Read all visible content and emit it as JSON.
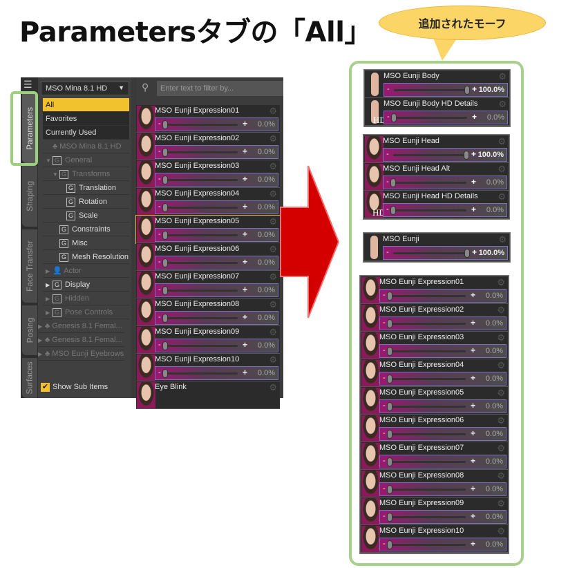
{
  "title": "Parametersタブの「All」",
  "callout": "追加されたモーフ",
  "vtabs": [
    "Parameters",
    "Shaping",
    "Face Transfer",
    "Posing",
    "Surfaces"
  ],
  "preset": "MSO Mina 8.1 HD",
  "filter_placeholder": "Enter text to filter by...",
  "tree": [
    {
      "label": "All",
      "indent": 0,
      "kind": "sel"
    },
    {
      "label": "Favorites",
      "indent": 0,
      "kind": "dark"
    },
    {
      "label": "Currently Used",
      "indent": 0,
      "kind": "dark"
    },
    {
      "label": "MSO Mina 8.1 HD",
      "indent": 0,
      "kind": "dim",
      "icon": "figure"
    },
    {
      "label": "General",
      "indent": 0,
      "kind": "dim",
      "icon": "g",
      "tri": "▼"
    },
    {
      "label": "Transforms",
      "indent": 1,
      "kind": "dim",
      "icon": "g",
      "tri": "▼"
    },
    {
      "label": "Translation",
      "indent": 2,
      "kind": "",
      "icon": "g"
    },
    {
      "label": "Rotation",
      "indent": 2,
      "kind": "",
      "icon": "g"
    },
    {
      "label": "Scale",
      "indent": 2,
      "kind": "",
      "icon": "g"
    },
    {
      "label": "Constraints",
      "indent": 1,
      "kind": "",
      "icon": "g"
    },
    {
      "label": "Misc",
      "indent": 1,
      "kind": "",
      "icon": "g"
    },
    {
      "label": "Mesh Resolution",
      "indent": 1,
      "kind": "",
      "icon": "g"
    },
    {
      "label": "Actor",
      "indent": 0,
      "kind": "dim",
      "icon": "actor",
      "tri": "▶"
    },
    {
      "label": "Display",
      "indent": 0,
      "kind": "",
      "icon": "g",
      "tri": "▶"
    },
    {
      "label": "Hidden",
      "indent": 0,
      "kind": "dim",
      "icon": "g",
      "tri": "▶"
    },
    {
      "label": "Pose Controls",
      "indent": 0,
      "kind": "dim",
      "icon": "g",
      "tri": "▶"
    },
    {
      "label": "Genesis 8.1 Femal...",
      "indent": -1,
      "kind": "dim",
      "icon": "figure",
      "tri": "▶"
    },
    {
      "label": "Genesis 8.1 Femal...",
      "indent": -1,
      "kind": "dim",
      "icon": "figure",
      "tri": "▶"
    },
    {
      "label": "MSO Eunji Eyebrows",
      "indent": -1,
      "kind": "dim",
      "icon": "figure",
      "tri": "▶"
    }
  ],
  "show_sub_items": "Show Sub Items",
  "left_sliders": [
    {
      "name": "MSO Eunji Expression01",
      "value": "0.0%"
    },
    {
      "name": "MSO Eunji Expression02",
      "value": "0.0%"
    },
    {
      "name": "MSO Eunji Expression03",
      "value": "0.0%"
    },
    {
      "name": "MSO Eunji Expression04",
      "value": "0.0%"
    },
    {
      "name": "MSO Eunji Expression05",
      "value": "0.0%"
    },
    {
      "name": "MSO Eunji Expression06",
      "value": "0.0%"
    },
    {
      "name": "MSO Eunji Expression07",
      "value": "0.0%"
    },
    {
      "name": "MSO Eunji Expression08",
      "value": "0.0%"
    },
    {
      "name": "MSO Eunji Expression09",
      "value": "0.0%"
    },
    {
      "name": "MSO Eunji Expression10",
      "value": "0.0%"
    },
    {
      "name": "Eye Blink",
      "value": ""
    }
  ],
  "right_groups": [
    [
      {
        "name": "MSO Eunji Body",
        "value": "100.0%",
        "fraction": 1,
        "thumb": "body"
      },
      {
        "name": "MSO Eunji Body HD Details",
        "value": "0.0%",
        "fraction": 0,
        "thumb": "body",
        "hd": "HD"
      }
    ],
    [
      {
        "name": "MSO Eunji Head",
        "value": "100.0%",
        "fraction": 1
      },
      {
        "name": "MSO Eunji Head Alt",
        "value": "0.0%",
        "fraction": 0
      },
      {
        "name": "MSO Eunji Head HD Details",
        "value": "0.0%",
        "fraction": 0,
        "hd": "HD"
      }
    ],
    [
      {
        "name": "MSO Eunji",
        "value": "100.0%",
        "fraction": 1,
        "thumb": "body"
      }
    ],
    [
      {
        "name": "MSO Eunji Expression01",
        "value": "0.0%",
        "fraction": 0
      },
      {
        "name": "MSO Eunji Expression02",
        "value": "0.0%",
        "fraction": 0
      },
      {
        "name": "MSO Eunji Expression03",
        "value": "0.0%",
        "fraction": 0
      },
      {
        "name": "MSO Eunji Expression04",
        "value": "0.0%",
        "fraction": 0
      },
      {
        "name": "MSO Eunji Expression05",
        "value": "0.0%",
        "fraction": 0
      },
      {
        "name": "MSO Eunji Expression06",
        "value": "0.0%",
        "fraction": 0
      },
      {
        "name": "MSO Eunji Expression07",
        "value": "0.0%",
        "fraction": 0
      },
      {
        "name": "MSO Eunji Expression08",
        "value": "0.0%",
        "fraction": 0
      },
      {
        "name": "MSO Eunji Expression09",
        "value": "0.0%",
        "fraction": 0
      },
      {
        "name": "MSO Eunji Expression10",
        "value": "0.0%",
        "fraction": 0
      }
    ]
  ]
}
